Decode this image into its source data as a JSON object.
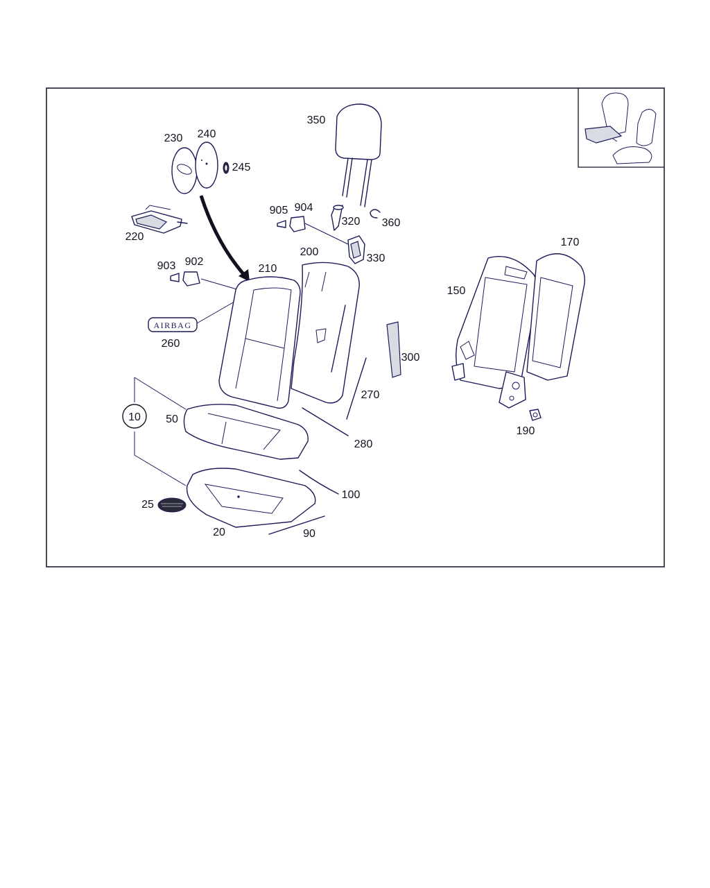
{
  "diagram": {
    "callouts": {
      "c10": "10",
      "c20": "20",
      "c25": "25",
      "c50": "50",
      "c90": "90",
      "c100": "100",
      "c150": "150",
      "c170": "170",
      "c190": "190",
      "c200": "200",
      "c210": "210",
      "c220": "220",
      "c230": "230",
      "c240": "240",
      "c245": "245",
      "c260": "260",
      "c270": "270",
      "c280": "280",
      "c300": "300",
      "c320": "320",
      "c330": "330",
      "c350": "350",
      "c360": "360",
      "c902": "902",
      "c903": "903",
      "c904": "904",
      "c905": "905"
    },
    "badge_text": "AIRBAG"
  }
}
